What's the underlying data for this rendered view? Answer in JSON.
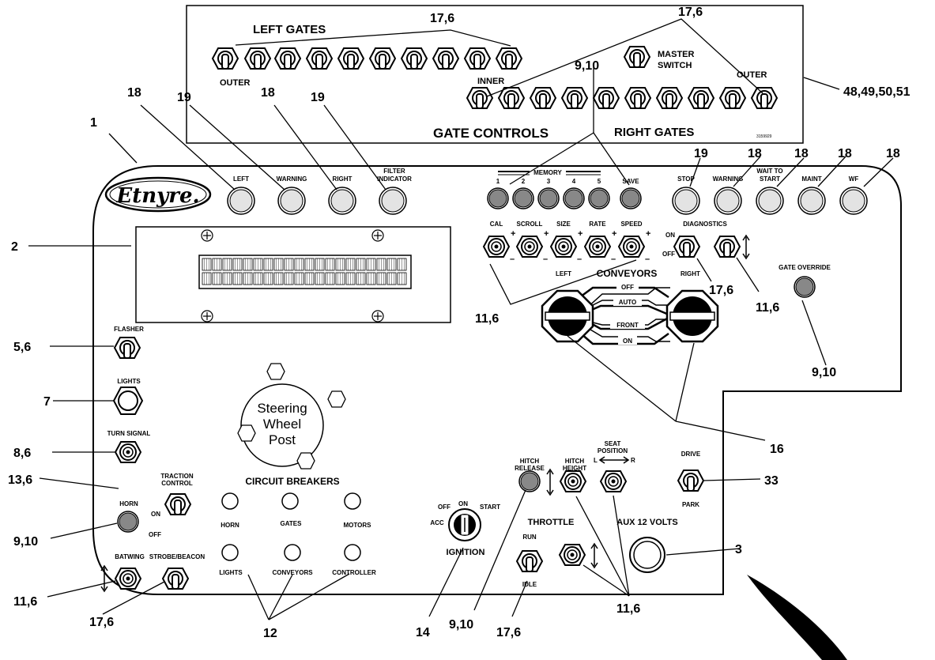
{
  "callouts": [
    "1",
    "18",
    "19",
    "18",
    "19",
    "2",
    "5,6",
    "7",
    "8,6",
    "13,6",
    "9,10",
    "11,6",
    "17,6",
    "12",
    "14",
    "9,10",
    "17,6",
    "11,6",
    "16",
    "33",
    "3",
    "9,10",
    "11,6",
    "17,6",
    "19",
    "18",
    "18",
    "18",
    "18",
    "11,6",
    "17,6",
    "9,10",
    "17,6",
    "48,49,50,51"
  ],
  "brand": "Etnyre.",
  "gate_panel": {
    "title": "GATE CONTROLS",
    "left_gates": "LEFT GATES",
    "right_gates": "RIGHT GATES",
    "outer_left": "OUTER",
    "inner": "INNER",
    "outer_right": "OUTER",
    "master_switch_1": "MASTER",
    "master_switch_2": "SWITCH",
    "part_number": "3159929"
  },
  "indicators": {
    "left": "LEFT",
    "warning": "WARNING",
    "right": "RIGHT",
    "filter_1": "FILTER",
    "filter_2": "INDICATOR",
    "stop": "STOP",
    "warning2": "WARNING",
    "wait_1": "WAIT TO",
    "wait_2": "START",
    "maint": "MAINT",
    "wf": "WF"
  },
  "memory": {
    "title": "MEMORY",
    "save": "SAVE",
    "buttons": [
      "1",
      "2",
      "3",
      "4",
      "5"
    ]
  },
  "adjust": {
    "cal": "CAL",
    "scroll": "SCROLL",
    "size": "SIZE",
    "rate": "RATE",
    "speed": "SPEED",
    "plus": "+",
    "minus": "–"
  },
  "diagnostics": {
    "title": "DIAGNOSTICS",
    "on": "ON",
    "off": "OFF",
    "left": "LEFT",
    "right": "RIGHT"
  },
  "conveyors": {
    "title": "CONVEYORS",
    "off": "OFF",
    "auto": "AUTO",
    "front": "FRONT",
    "on": "ON"
  },
  "gate_override": "GATE OVERRIDE",
  "left_controls": {
    "flasher": "FLASHER",
    "lights": "LIGHTS",
    "turn_signal": "TURN SIGNAL",
    "horn": "HORN",
    "traction_1": "TRACTION",
    "traction_2": "CONTROL",
    "on": "ON",
    "off": "OFF",
    "batwing": "BATWING",
    "strobe": "STROBE/BEACON"
  },
  "steering": {
    "line1": "Steering",
    "line2": "Wheel",
    "line3": "Post"
  },
  "breakers": {
    "title": "CIRCUIT BREAKERS",
    "horn": "HORN",
    "gates": "GATES",
    "motors": "MOTORS",
    "lights": "LIGHTS",
    "conveyors": "CONVEYORS",
    "controller": "CONTROLLER"
  },
  "ignition": {
    "title": "IGNITION",
    "off": "OFF",
    "on": "ON",
    "start": "START",
    "acc": "ACC"
  },
  "hitch": {
    "release_1": "HITCH",
    "release_2": "RELEASE",
    "height_1": "HITCH",
    "height_2": "HEIGHT",
    "seat_1": "SEAT",
    "seat_2": "POSITION",
    "seat_l": "L",
    "seat_r": "R"
  },
  "throttle": {
    "title": "THROTTLE",
    "run": "RUN",
    "idle": "IDLE"
  },
  "aux": "AUX 12 VOLTS",
  "drive": {
    "drive": "DRIVE",
    "park": "PARK"
  }
}
